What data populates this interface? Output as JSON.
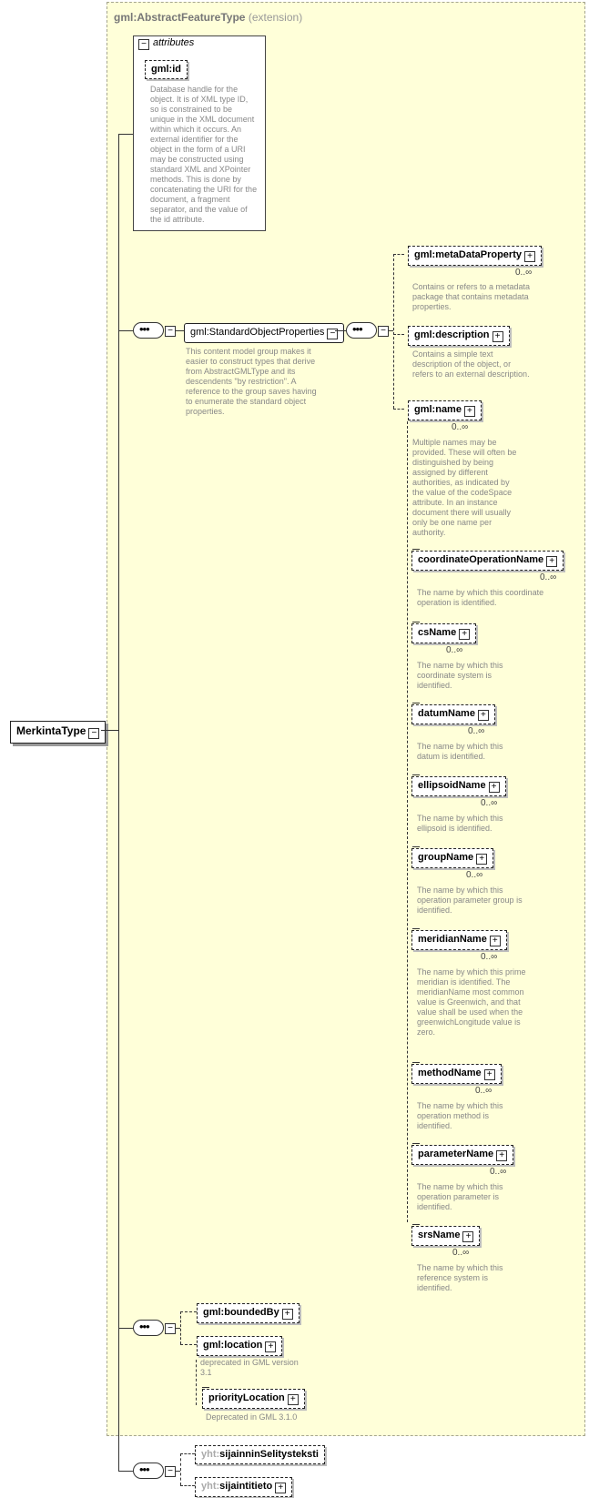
{
  "extension": {
    "name": "gml:AbstractFeatureType",
    "kind": "(extension)"
  },
  "attributes": {
    "header": "attributes",
    "id": {
      "name": "gml:id",
      "desc": "Database handle for the object.  It is of XML type ID, so is constrained to be unique in the XML document within which it occurs.  An external identifier for the object in the form of a URI may be constructed using standard XML and XPointer methods.  This is done by concatenating the URI for the document, a fragment separator, and the value of the id attribute."
    }
  },
  "root": {
    "name": "MerkintaType"
  },
  "group": {
    "name": "gml:StandardObjectProperties",
    "desc": "This content model group makes it easier to construct types that derive from AbstractGMLType and its descendents \"by restriction\". A reference to the group saves having to enumerate the standard object properties."
  },
  "elements": {
    "metaDataProperty": {
      "name": "gml:metaDataProperty",
      "card": "0..∞",
      "desc": "Contains or refers to a metadata package that contains metadata properties."
    },
    "description": {
      "name": "gml:description",
      "desc": "Contains a simple text description of the object, or refers to an external description."
    },
    "name": {
      "name": "gml:name",
      "card": "0..∞",
      "desc": "Multiple names may be provided.  These will often be distinguished by being assigned by different authorities, as indicated by the value of the codeSpace attribute.  In an instance document there will usually only be one name per authority."
    },
    "coordinateOperationName": {
      "name": "coordinateOperationName",
      "card": "0..∞",
      "desc": "The name by which this coordinate operation is identified."
    },
    "csName": {
      "name": "csName",
      "card": "0..∞",
      "desc": "The name by which this coordinate system is identified."
    },
    "datumName": {
      "name": "datumName",
      "card": "0..∞",
      "desc": "The name by which this datum is identified."
    },
    "ellipsoidName": {
      "name": "ellipsoidName",
      "card": "0..∞",
      "desc": "The name by which this ellipsoid is identified."
    },
    "groupName": {
      "name": "groupName",
      "card": "0..∞",
      "desc": "The name by which this operation parameter group is identified."
    },
    "meridianName": {
      "name": "meridianName",
      "card": "0..∞",
      "desc": "The name by which this prime meridian is identified. The meridianName most common value is Greenwich, and that value shall be used when the greenwichLongitude value is zero."
    },
    "methodName": {
      "name": "methodName",
      "card": "0..∞",
      "desc": "The name by which this operation method is identified."
    },
    "parameterName": {
      "name": "parameterName",
      "card": "0..∞",
      "desc": "The name by which this operation parameter is identified."
    },
    "srsName": {
      "name": "srsName",
      "card": "0..∞",
      "desc": "The name by which this reference system is identified."
    },
    "boundedBy": {
      "name": "gml:boundedBy"
    },
    "location": {
      "name": "gml:location",
      "desc": "deprecated in GML version 3.1"
    },
    "priorityLocation": {
      "name": "priorityLocation",
      "desc": "Deprecated in GML 3.1.0"
    },
    "sijainninSelitysteksti": {
      "prefix": "yht:",
      "name": "sijainninSelitysteksti"
    },
    "sijaintitieto": {
      "prefix": "yht:",
      "name": "sijaintitieto"
    }
  }
}
